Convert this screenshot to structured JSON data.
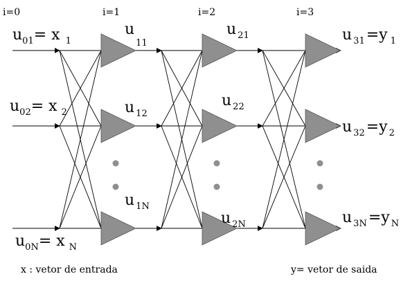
{
  "layers": [
    {
      "label": "i=0"
    },
    {
      "label": "i=1"
    },
    {
      "label": "i=2"
    },
    {
      "label": "i=3"
    }
  ],
  "inputs": [
    {
      "u": "u",
      "sub": "01",
      "eq": "= x",
      "xsub": "1"
    },
    {
      "u": "u",
      "sub": "02",
      "eq": "= x",
      "xsub": "2"
    },
    {
      "u": "u",
      "sub": "0N",
      "eq": "= x",
      "xsub": "N"
    }
  ],
  "units": [
    [
      {
        "u": "u",
        "sub": "11"
      },
      {
        "u": "u",
        "sub": "12"
      },
      {
        "u": "u",
        "sub": "1N"
      }
    ],
    [
      {
        "u": "u",
        "sub": "21"
      },
      {
        "u": "u",
        "sub": "22"
      },
      {
        "u": "u",
        "sub": "2N"
      }
    ],
    [
      {
        "u": "u",
        "sub": "31",
        "eq": "=y",
        "ysub": "1"
      },
      {
        "u": "u",
        "sub": "32",
        "eq": "=y",
        "ysub": "2"
      },
      {
        "u": "u",
        "sub": "3N",
        "eq": "=y",
        "ysub": "N"
      }
    ]
  ],
  "footer": {
    "left": "x : vetor de entrada",
    "right": "y= vetor de saida"
  },
  "colors": {
    "triangle_fill": "#8f8f8f",
    "lines": "#000000"
  }
}
